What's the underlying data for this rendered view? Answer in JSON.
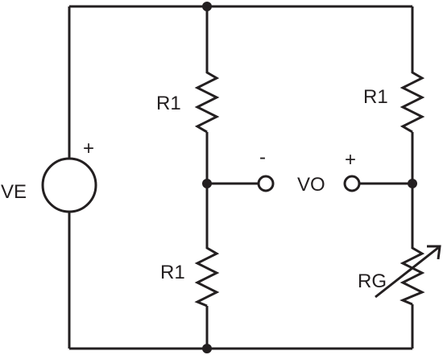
{
  "diagram": {
    "source": {
      "label": "VE",
      "polarity": "+"
    },
    "left_branch": {
      "top_resistor": {
        "label": "R1"
      },
      "bottom_resistor": {
        "label": "R1"
      },
      "output_terminal_sign": "-"
    },
    "right_branch": {
      "top_resistor": {
        "label": "R1"
      },
      "variable_resistor": {
        "label": "RG"
      },
      "output_terminal_sign": "+"
    },
    "output": {
      "label": "VO"
    }
  },
  "colors": {
    "ink": "#231f20",
    "background": "#ffffff"
  }
}
